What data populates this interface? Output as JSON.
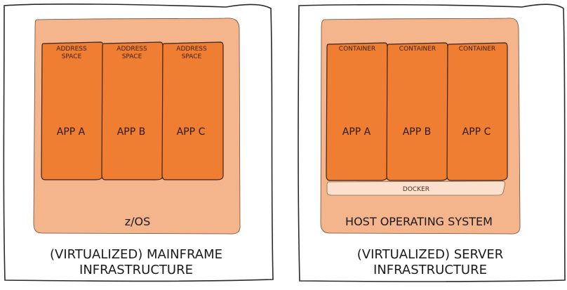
{
  "mainframe": {
    "cells": [
      {
        "label_line1": "ADDRESS",
        "label_line2": "SPACE",
        "app": "APP A"
      },
      {
        "label_line1": "ADDRESS",
        "label_line2": "SPACE",
        "app": "APP B"
      },
      {
        "label_line1": "ADDRESS",
        "label_line2": "SPACE",
        "app": "APP C"
      }
    ],
    "os_label": "z/OS",
    "caption_line1": "(VIRTUALIZED) MAINFRAME",
    "caption_line2": "INFRASTRUCTURE"
  },
  "server": {
    "cells": [
      {
        "label_line1": "CONTAINER",
        "app": "APP A"
      },
      {
        "label_line1": "CONTAINER",
        "app": "APP B"
      },
      {
        "label_line1": "CONTAINER",
        "app": "APP C"
      }
    ],
    "docker_label": "DOCKER",
    "os_label": "HOST OPERATING SYSTEM",
    "caption_line1": "(VIRTUALIZED) SERVER",
    "caption_line2": "INFRASTRUCTURE"
  },
  "colors": {
    "os_fill": "#f4b48c",
    "app_fill": "#ef7d32",
    "docker_fill": "#fbe0ce",
    "outline": "#2a2a2a"
  }
}
